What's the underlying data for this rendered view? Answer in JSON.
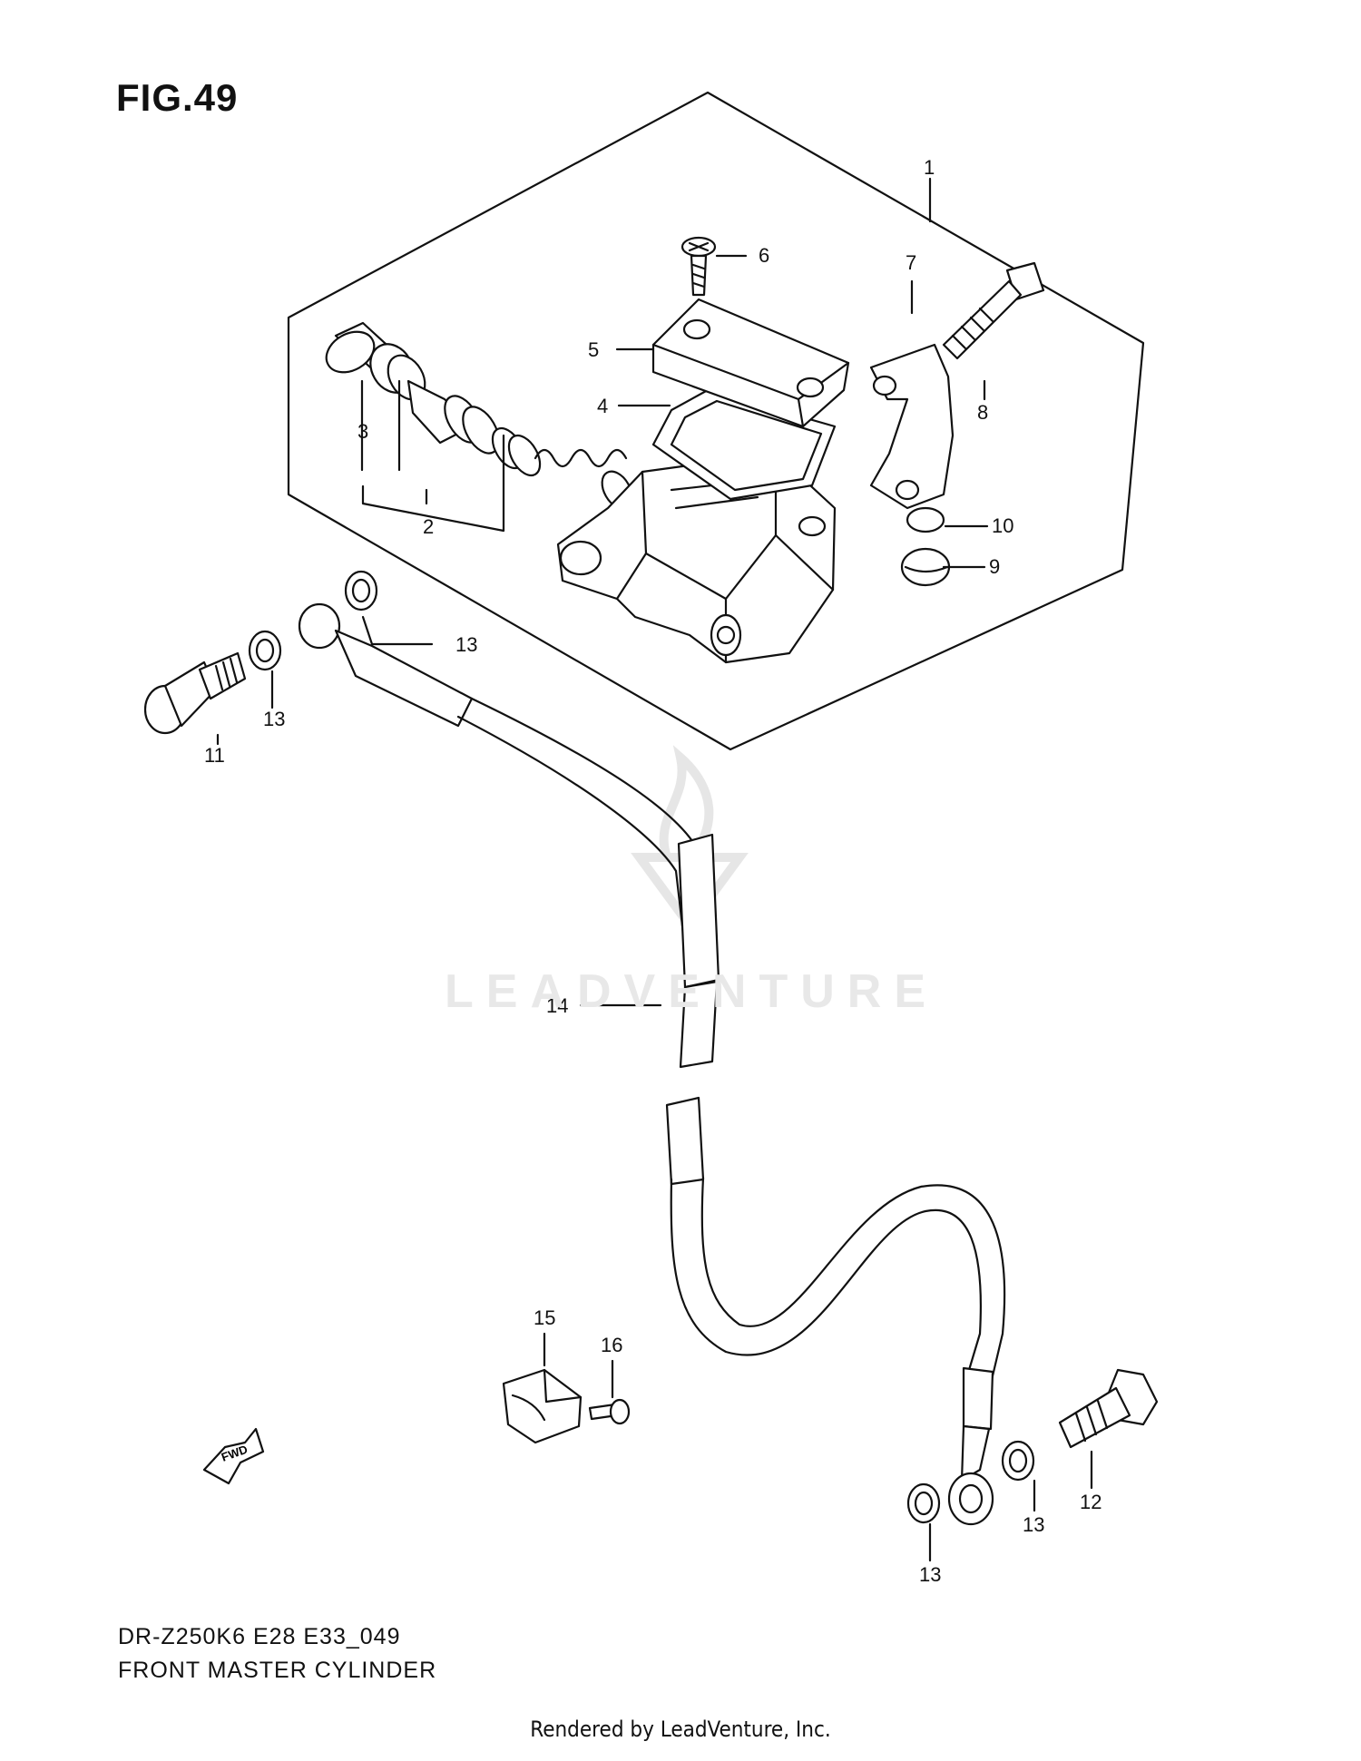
{
  "figure": {
    "title": "FIG.49"
  },
  "caption": {
    "model_code": "DR-Z250K6 E28 E33_049",
    "part_group": "FRONT MASTER CYLINDER"
  },
  "footer": {
    "rendered_by": "Rendered by LeadVenture, Inc."
  },
  "watermark": {
    "text": "LEADVENTURE"
  },
  "direction_marker": {
    "text": "FWD"
  },
  "callouts": [
    "1",
    "2",
    "3",
    "4",
    "5",
    "6",
    "7",
    "8",
    "9",
    "10",
    "11",
    "12",
    "13",
    "14",
    "15",
    "16"
  ],
  "callout_13_instances": 4,
  "colors": {
    "line": "#111111",
    "background": "#ffffff",
    "watermark": "#e8e8e8"
  }
}
